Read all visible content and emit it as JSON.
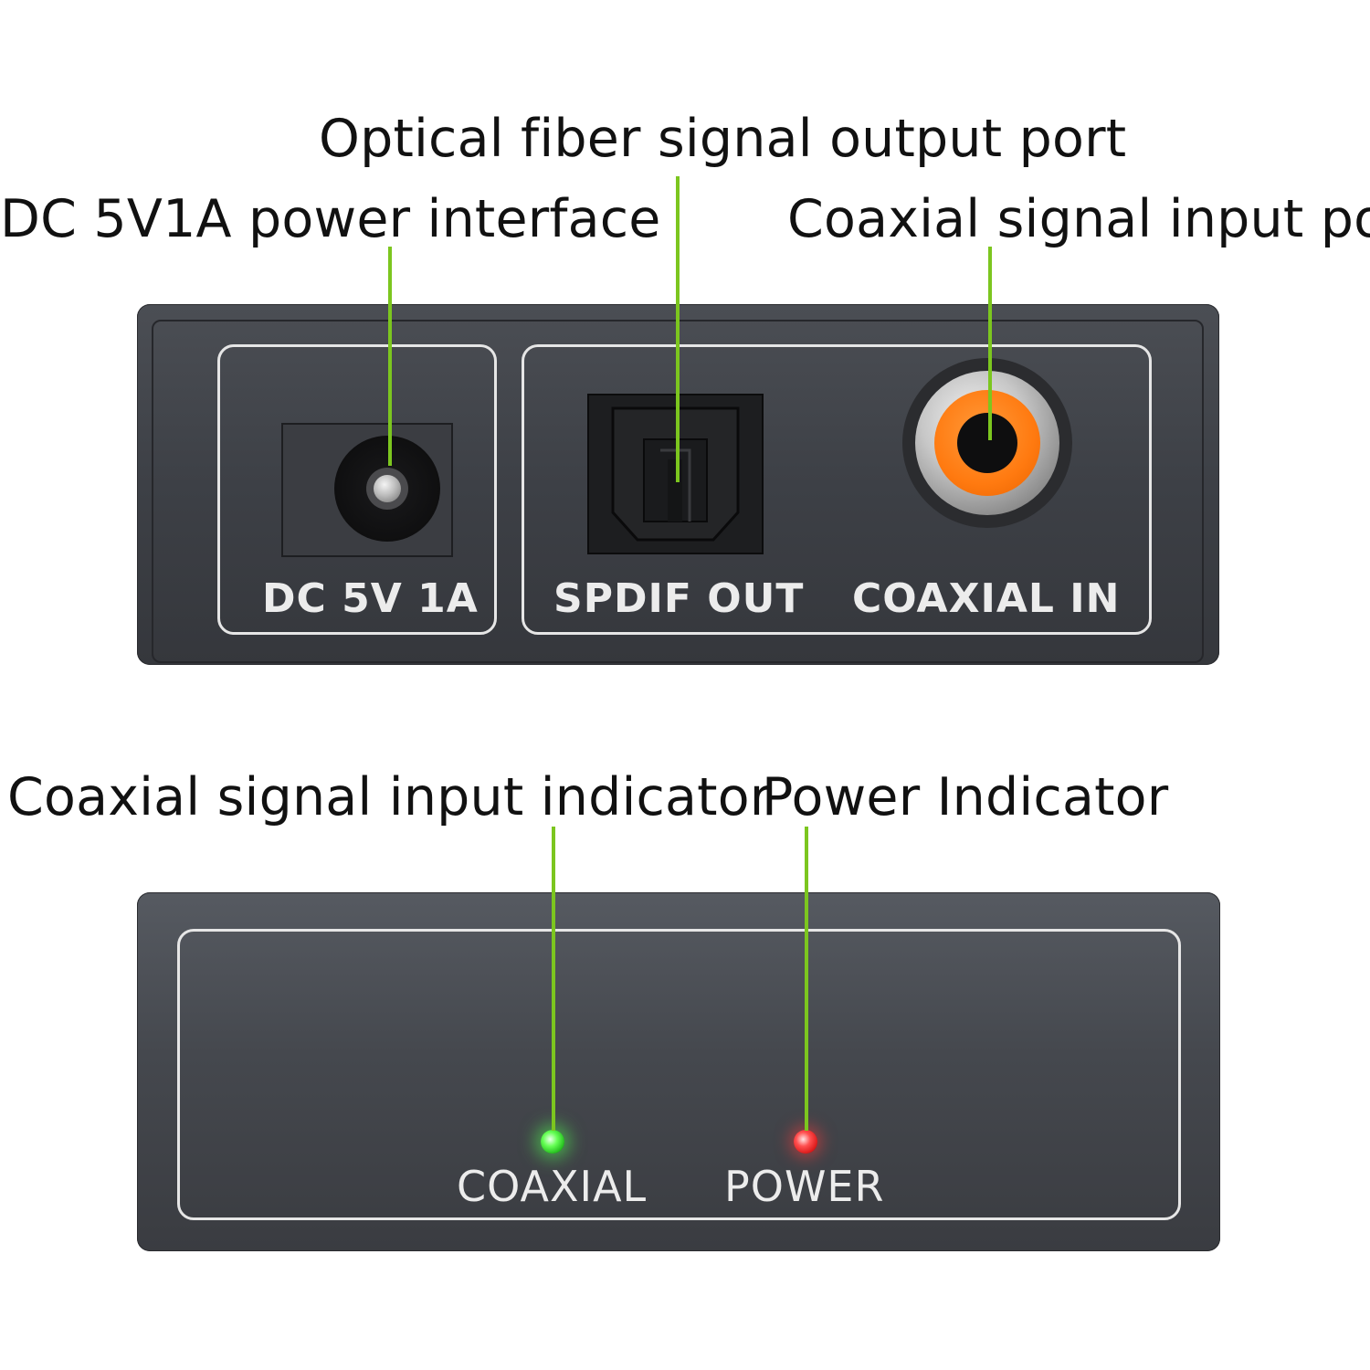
{
  "callouts": {
    "optical_out": "Optical fiber signal output port",
    "dc_power": "DC 5V1A power interface",
    "coaxial_in": "Coaxial signal input port",
    "coaxial_indicator": "Coaxial signal input indicator",
    "power_indicator": "Power Indicator"
  },
  "back_panel": {
    "dc_label": "DC  5V 1A",
    "spdif_label": "SPDIF  OUT",
    "coaxial_label": "COAXIAL  IN"
  },
  "front_panel": {
    "coaxial_led_label": "COAXIAL",
    "power_led_label": "POWER",
    "coaxial_led_color": "#3ee03a",
    "power_led_color": "#ff2a2a"
  },
  "colors": {
    "leader_line": "#7cc61f",
    "rca_insulator": "#ff7a10"
  }
}
